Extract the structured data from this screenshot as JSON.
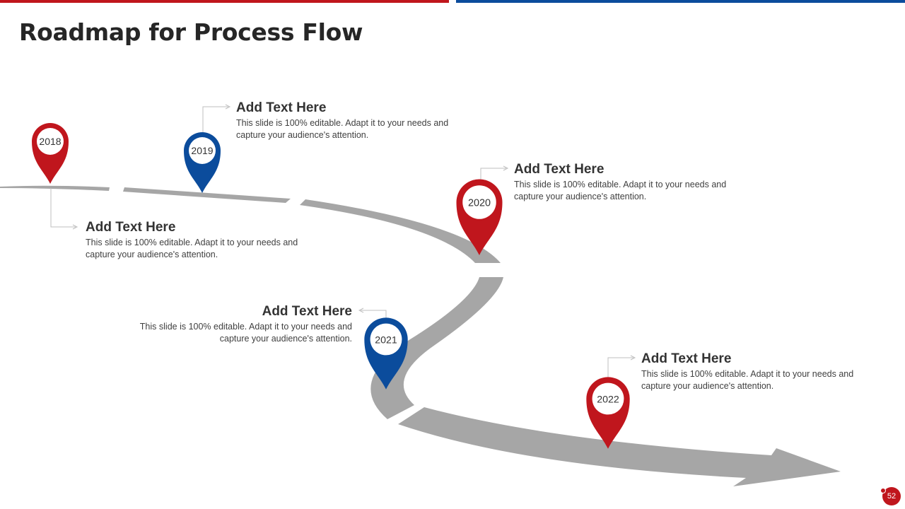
{
  "title": "Roadmap for Process Flow",
  "colors": {
    "red": "#C0161D",
    "blue": "#0B4C9C",
    "road": "#A6A6A6",
    "connector": "#BFBFBF"
  },
  "milestones": [
    {
      "year": "2018",
      "color": "red",
      "heading": "Add Text Here",
      "body_line1": "This slide is 100% editable. Adapt it to your needs and",
      "body_line2": "capture your audience's attention."
    },
    {
      "year": "2019",
      "color": "blue",
      "heading": "Add Text Here",
      "body_line1": "This slide is 100% editable. Adapt it to your needs and",
      "body_line2": "capture your audience's attention."
    },
    {
      "year": "2020",
      "color": "red",
      "heading": "Add Text Here",
      "body_line1": "This slide is 100% editable. Adapt it to your needs and",
      "body_line2": "capture your audience's attention."
    },
    {
      "year": "2021",
      "color": "blue",
      "heading": "Add Text Here",
      "body_line1": "This slide is 100% editable. Adapt it to your needs and",
      "body_line2": "capture your audience's attention."
    },
    {
      "year": "2022",
      "color": "red",
      "heading": "Add Text Here",
      "body_line1": "This slide is 100% editable. Adapt it to your needs and",
      "body_line2": "capture your audience's attention."
    }
  ],
  "page_number": "52",
  "icons": {
    "marker": "map-pin-icon",
    "arrow": "arrow-head-icon"
  }
}
